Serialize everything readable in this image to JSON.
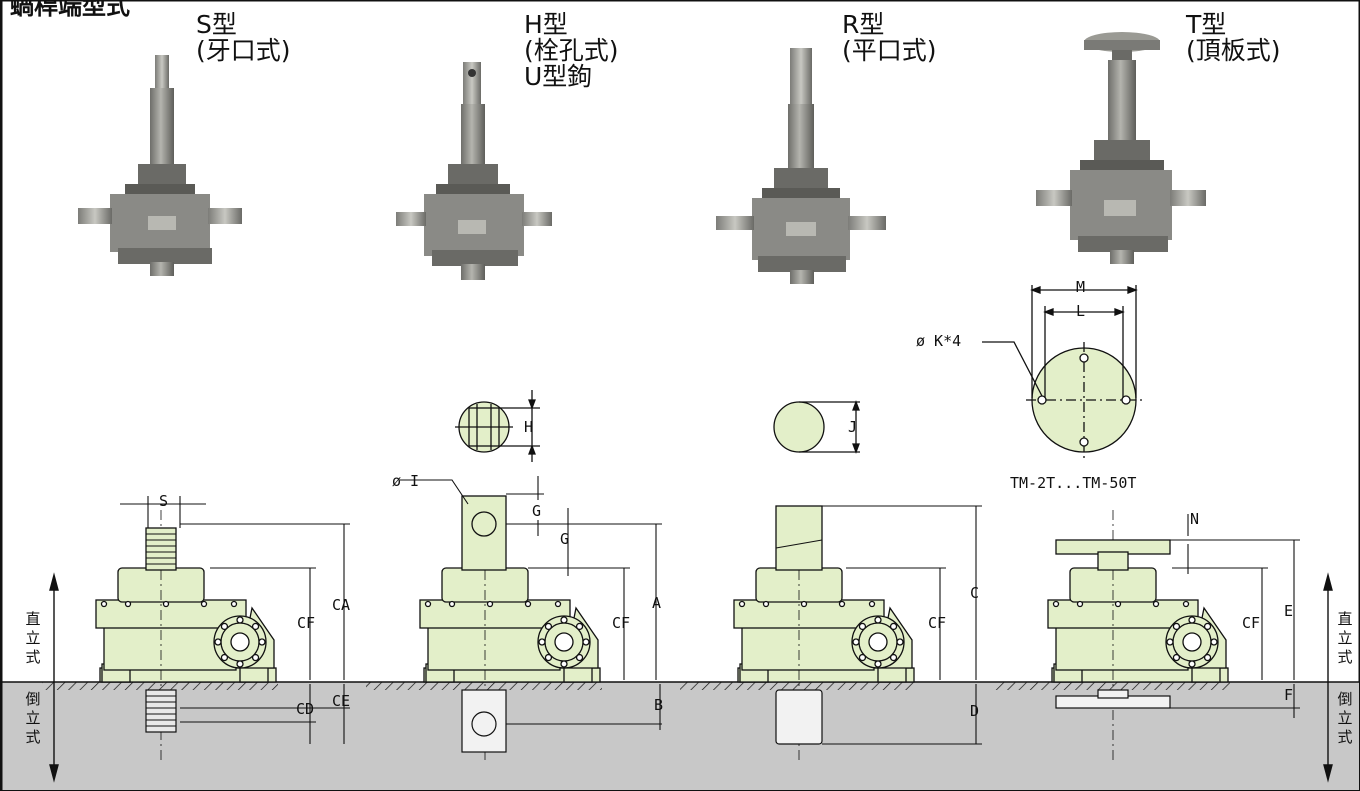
{
  "title": "蝸桿端型式",
  "types": [
    {
      "code": "S型",
      "desc": "(牙口式)"
    },
    {
      "code": "H型",
      "desc": "(栓孔式)",
      "extra": "U型鉤"
    },
    {
      "code": "R型",
      "desc": "(平口式)"
    },
    {
      "code": "T型",
      "desc": "(頂板式)"
    }
  ],
  "side_labels": {
    "upright": "直立式",
    "inverted": "倒立式"
  },
  "dims": {
    "S": "S",
    "CA": "CA",
    "CF": "CF",
    "CD": "CD",
    "CE": "CE",
    "phi_I": "ø I",
    "G": "G",
    "H": "H",
    "A": "A",
    "B": "B",
    "J": "J",
    "C": "C",
    "D": "D",
    "M": "M",
    "L": "L",
    "phi_K": "ø K*4",
    "N": "N",
    "E": "E",
    "F": "F"
  },
  "plate_caption": "TM-2T...TM-50T",
  "colors": {
    "part_fill": "#e3efc9",
    "ground": "#c8c8c8",
    "line": "#111111",
    "photo": "#8a8a86"
  }
}
